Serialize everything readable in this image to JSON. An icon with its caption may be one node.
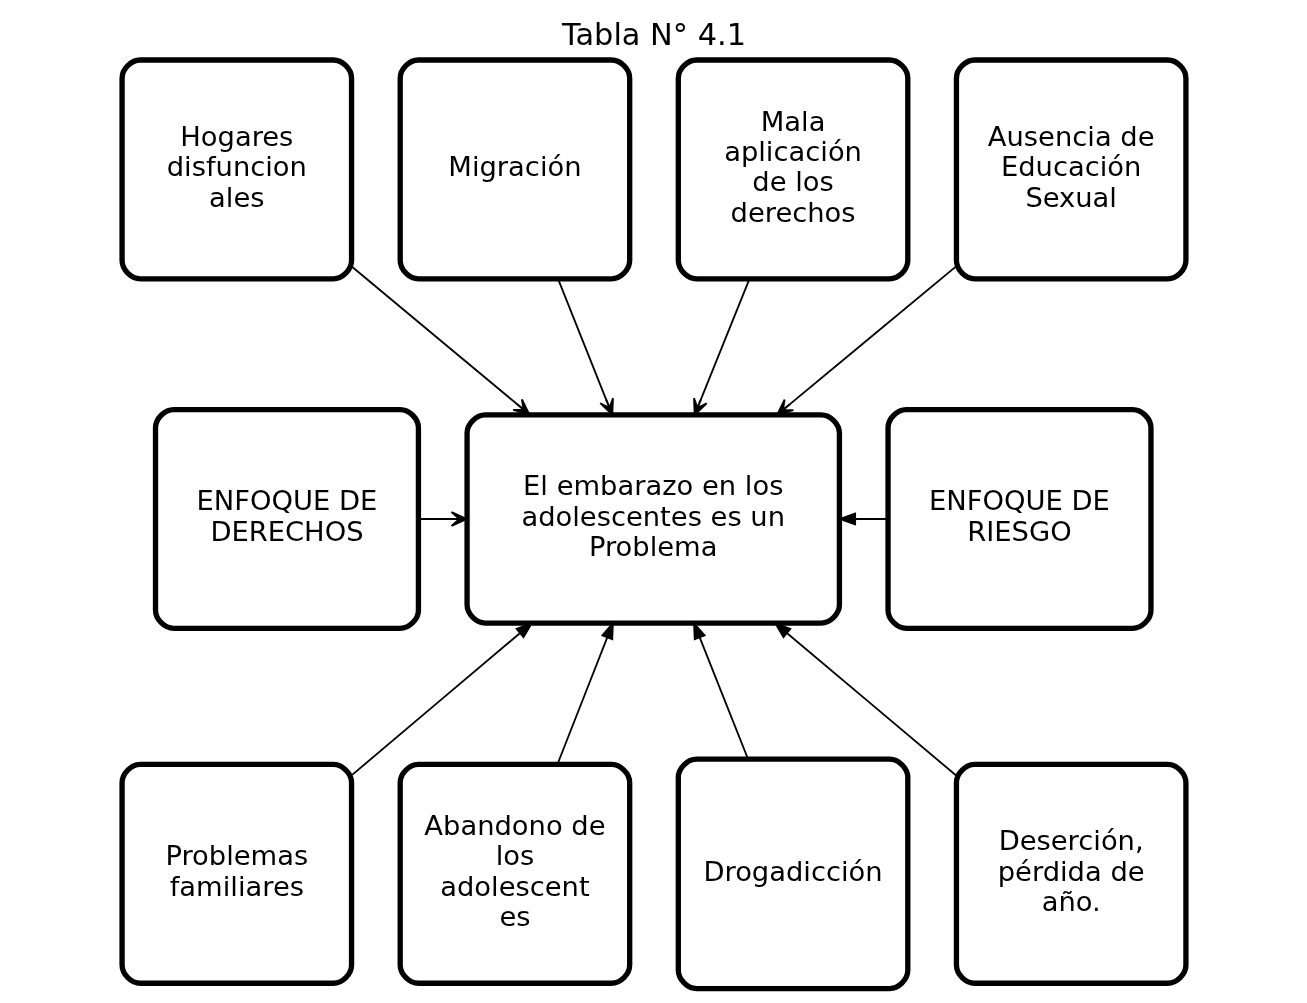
{
  "diagram": {
    "title": "Tabla N° 4.1",
    "nodes": [
      {
        "text": [
          "Hogares disfuncion ales"
        ]
      },
      {
        "text": [
          "Migración"
        ]
      },
      {
        "text": [
          "Mala aplicación de los derechos"
        ]
      },
      {
        "text": [
          "Ausencia de Educación Sexual"
        ]
      },
      {
        "text": [
          "ENFOQUE DE DERECHOS"
        ]
      },
      {
        "text": [
          "El embarazo en los adolescentes es un Problema"
        ]
      },
      {
        "text": [
          "ENFOQUE DE RIESGO"
        ]
      },
      {
        "text": [
          "Problemas familiares"
        ]
      },
      {
        "text": [
          "Abandono de los adolescent es"
        ]
      },
      {
        "text": [
          "Drogadicción"
        ]
      },
      {
        "text": [
          "Deserción, pérdida de año."
        ]
      }
    ],
    "edges": [
      {
        "from": 0,
        "to": 5,
        "arrow": "to"
      },
      {
        "from": 1,
        "to": 5,
        "arrow": "to"
      },
      {
        "from": 2,
        "to": 5,
        "arrow": "to"
      },
      {
        "from": 3,
        "to": 5,
        "arrow": "to"
      },
      {
        "from": 4,
        "to": 5,
        "arrow": "to"
      },
      {
        "from": 6,
        "to": 5,
        "arrow": "to"
      },
      {
        "from": 7,
        "to": 5,
        "arrow": "to"
      },
      {
        "from": 8,
        "to": 5,
        "arrow": "to"
      },
      {
        "from": 9,
        "to": 5,
        "arrow": "to"
      },
      {
        "from": 10,
        "to": 5,
        "arrow": "to"
      }
    ]
  }
}
